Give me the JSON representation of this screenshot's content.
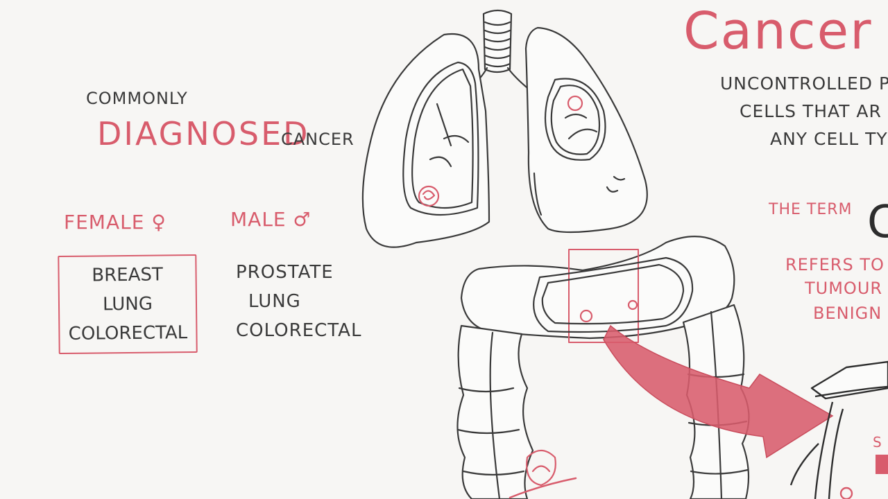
{
  "colors": {
    "red": "#d85c6c",
    "ink": "#3a3a3a",
    "background": "#f7f6f4"
  },
  "title": "Cancer",
  "definition_lines": [
    "UNCONTROLLED PR",
    "CELLS THAT AR",
    "ANY CELL TY"
  ],
  "left_panel": {
    "commonly": "COMMONLY",
    "diagnosed": "DIAGNOSED",
    "cancer": "CANCER",
    "female": {
      "label": "FEMALE",
      "symbol": "♀",
      "items": [
        "BREAST",
        "LUNG",
        "COLORECTAL"
      ]
    },
    "male": {
      "label": "MALE",
      "symbol": "♂",
      "items": [
        "PROSTATE",
        "LUNG",
        "COLORECTAL"
      ]
    }
  },
  "right_panel": {
    "the_term": "THE TERM",
    "term_letter": "C",
    "refers_lines": [
      "REFERS TO",
      "TUMOUR",
      "BENIGN"
    ],
    "partial_label": "S"
  },
  "illustrations": [
    "lungs-drawing",
    "colon-drawing",
    "red-arrow",
    "specimen-box-drawing"
  ]
}
